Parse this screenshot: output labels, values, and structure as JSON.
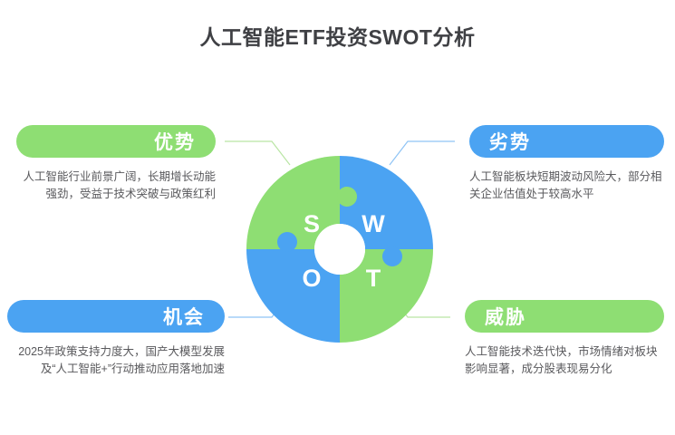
{
  "title": "人工智能ETF投资SWOT分析",
  "colors": {
    "green": "#8ede73",
    "blue": "#4ba3f2",
    "green_line": "#b9e5a4",
    "blue_line": "#8fc4f5",
    "title_text": "#3f4044",
    "body_text": "#59595c",
    "center_hole": "#ffffff"
  },
  "wheel": {
    "letters": [
      {
        "key": "S",
        "label": "S",
        "quadrant": "top-left",
        "color": "#8ede73"
      },
      {
        "key": "W",
        "label": "W",
        "quadrant": "top-right",
        "color": "#4ba3f2"
      },
      {
        "key": "O",
        "label": "O",
        "quadrant": "bottom-left",
        "color": "#4ba3f2"
      },
      {
        "key": "T",
        "label": "T",
        "quadrant": "bottom-right",
        "color": "#8ede73"
      }
    ]
  },
  "quadrants": {
    "strengths": {
      "label": "优势",
      "letter": "S",
      "color": "#8ede73",
      "text": "人工智能行业前景广阔，长期增长动能强劲，受益于技术突破与政策红利"
    },
    "weaknesses": {
      "label": "劣势",
      "letter": "W",
      "color": "#4ba3f2",
      "text": "人工智能板块短期波动风险大，部分相关企业估值处于较高水平"
    },
    "opportunities": {
      "label": "机会",
      "letter": "O",
      "color": "#4ba3f2",
      "text": "2025年政策支持力度大，国产大模型发展及“人工智能+”行动推动应用落地加速"
    },
    "threats": {
      "label": "威胁",
      "letter": "T",
      "color": "#8ede73",
      "text": "人工智能技术迭代快，市场情绪对板块影响显著，成分股表现易分化"
    }
  }
}
